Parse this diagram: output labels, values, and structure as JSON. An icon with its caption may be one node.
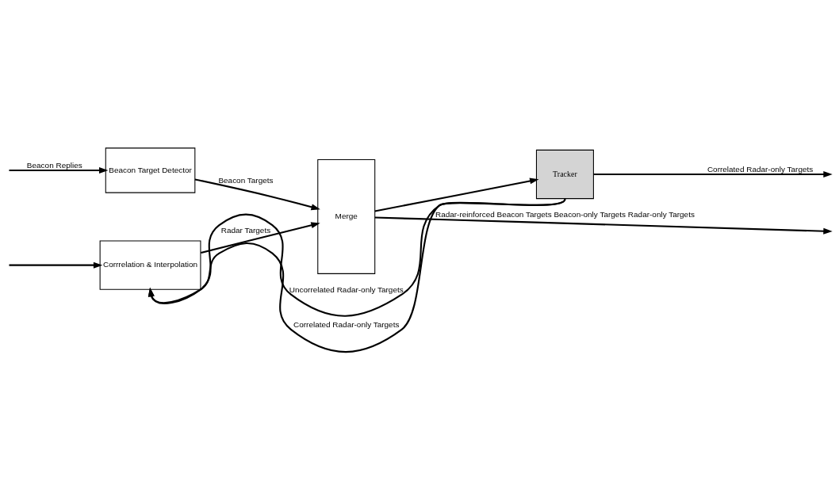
{
  "diagram": {
    "nodes": [
      {
        "text": [
          "Beacon Target Detector"
        ]
      },
      {
        "text": [
          "Corrrelation & Interpolation"
        ]
      },
      {
        "text": [
          "Merge"
        ]
      },
      {
        "text": [
          "Tracker"
        ]
      }
    ],
    "edges": [
      {
        "from": null,
        "to": 0,
        "arrow": "to",
        "label": "Beacon Replies"
      },
      {
        "from": null,
        "to": 1,
        "arrow": "to"
      },
      {
        "from": 0,
        "to": 2,
        "arrow": "to",
        "label": "Beacon Targets"
      },
      {
        "from": 1,
        "to": 2,
        "arrow": "to",
        "label": "Radar Targets"
      },
      {
        "from": 2,
        "to": null,
        "arrow": "to",
        "label": "Radar-reinforced Beacon Targets Beacon-only Targets Radar-only Targets"
      },
      {
        "from": 2,
        "to": 3,
        "arrow": "to"
      },
      {
        "from": 3,
        "to": null,
        "arrow": "to",
        "label": "Correlated Radar-only Targets"
      },
      {
        "from": 3,
        "to": 1,
        "arrow": "to",
        "label": "Uncorrelated Radar-only Targets"
      },
      {
        "from": 3,
        "to": 1,
        "arrow": "to",
        "label": "Correlated Radar-only Targets"
      }
    ]
  }
}
